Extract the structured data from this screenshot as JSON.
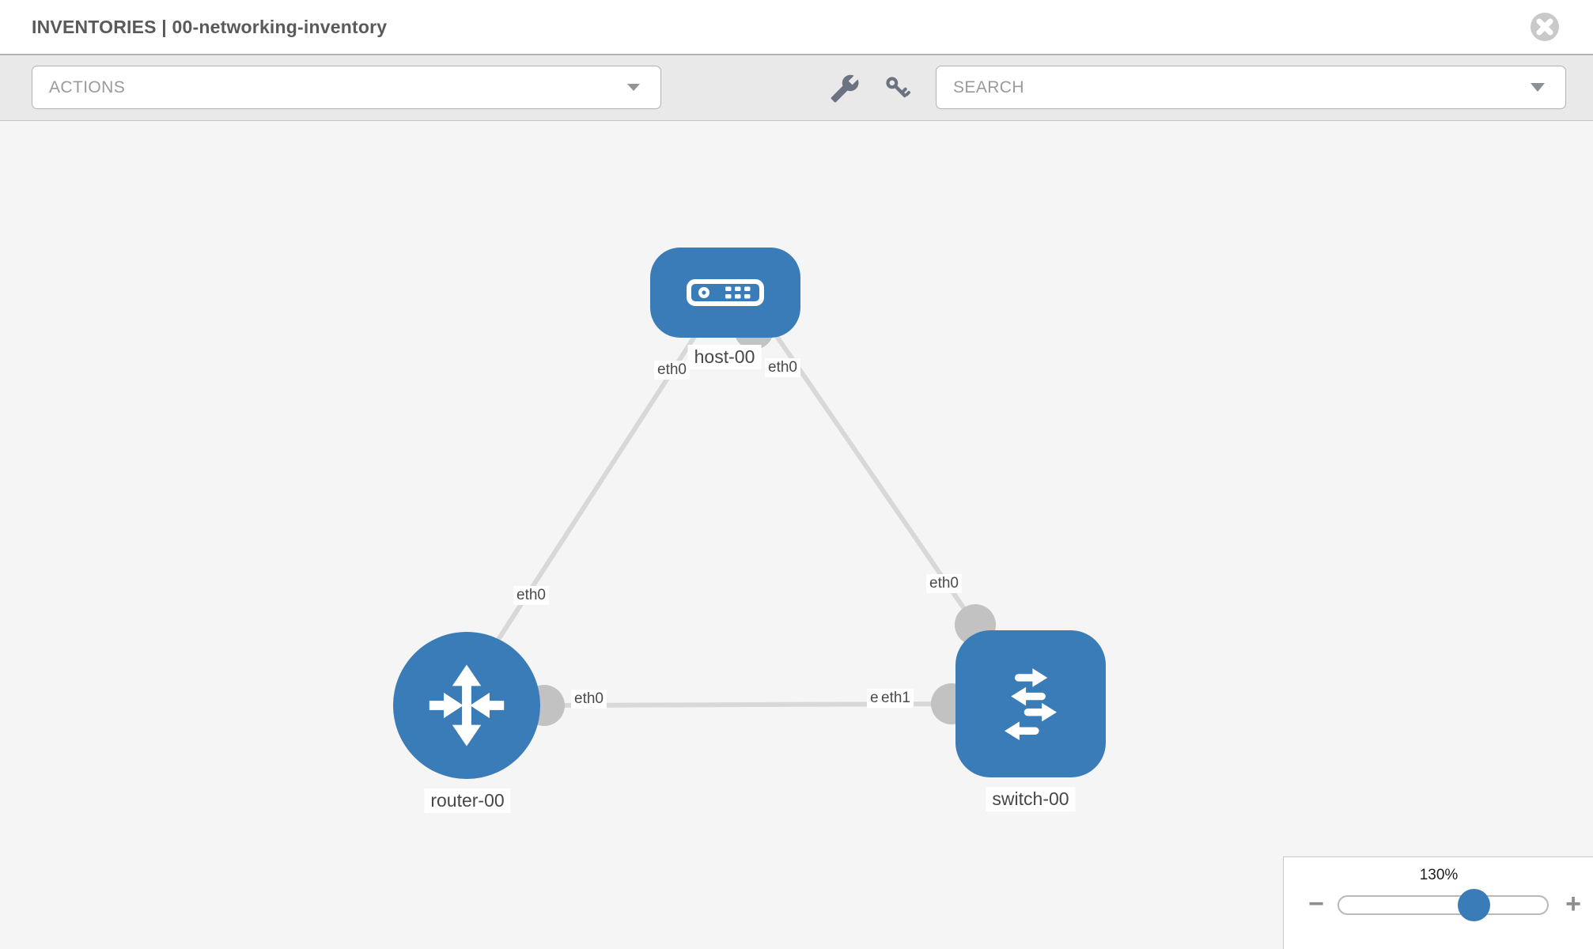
{
  "header": {
    "title": "INVENTORIES | 00-networking-inventory",
    "close_icon": "circle-x-icon"
  },
  "toolbar": {
    "actions": {
      "label": "ACTIONS"
    },
    "search": {
      "placeholder": "SEARCH"
    },
    "icon_buttons": [
      "wrench-icon",
      "key-icon"
    ]
  },
  "canvas": {
    "nodes": [
      {
        "id": "host-00",
        "label": "host-00",
        "type": "host",
        "icon": "server-icon"
      },
      {
        "id": "router-00",
        "label": "router-00",
        "type": "router",
        "icon": "router-arrows-icon"
      },
      {
        "id": "switch-00",
        "label": "switch-00",
        "type": "switch",
        "icon": "switch-arrows-icon"
      }
    ],
    "links": [
      {
        "source": "host-00",
        "source_iface": "eth0",
        "target": "router-00",
        "target_iface": "eth0"
      },
      {
        "source": "host-00",
        "source_iface": "eth0",
        "target": "switch-00",
        "target_iface": "eth0"
      },
      {
        "source": "router-00",
        "source_iface": "eth0",
        "target": "switch-00",
        "target_iface": "eth1"
      }
    ],
    "chips": {
      "host_router_at_host": "eth0",
      "host_switch_at_host": "eth0",
      "host_router_at_router": "eth0",
      "router_switch_at_router": "eth0",
      "host_switch_at_switch": "eth0",
      "router_switch_at_switch": "eth1",
      "router_switch_at_switch_hidden": "eth0"
    }
  },
  "zoom": {
    "level": "130%",
    "minus_glyph": "−",
    "plus_glyph": "+"
  },
  "colors": {
    "node_blue": "#3a7cb8",
    "link_gray": "#d8d8d8",
    "connector_gray": "#c2c2c2",
    "toolbar_bg": "#e9e9e9",
    "canvas_bg": "#f5f5f5",
    "title_text": "#5a5a5a",
    "muted_text": "#9a9a9a"
  }
}
